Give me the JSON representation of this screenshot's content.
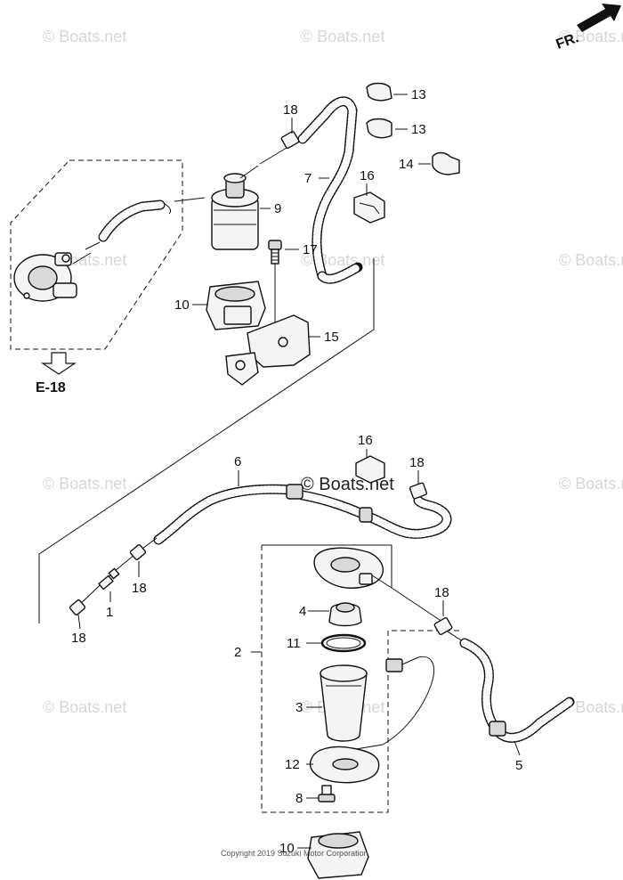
{
  "watermarks": [
    "© Boats.net",
    "© Boats.net",
    "© Boats.net",
    "© Boats.net",
    "© Boats.net",
    "© Boats.net",
    "© Boats.net",
    "© Boats.net",
    "© Boats.net",
    "© Boats.net",
    "© Boats.net"
  ],
  "center_watermark": "© Boats.net",
  "copyright": "Copyright 2019 Suzuki Motor Corporation",
  "direction_marker": "FR.",
  "reference_label": "E-18",
  "callouts": {
    "n1": "1",
    "n2": "2",
    "n3": "3",
    "n4": "4",
    "n5": "5",
    "n6": "6",
    "n7": "7",
    "n8": "8",
    "n9": "9",
    "n10a": "10",
    "n10b": "10",
    "n11": "11",
    "n12": "12",
    "n13a": "13",
    "n13b": "13",
    "n14": "14",
    "n15": "15",
    "n16a": "16",
    "n16b": "16",
    "n17": "17",
    "n18a": "18",
    "n18b": "18",
    "n18c": "18",
    "n18d": "18",
    "n18e": "18"
  }
}
